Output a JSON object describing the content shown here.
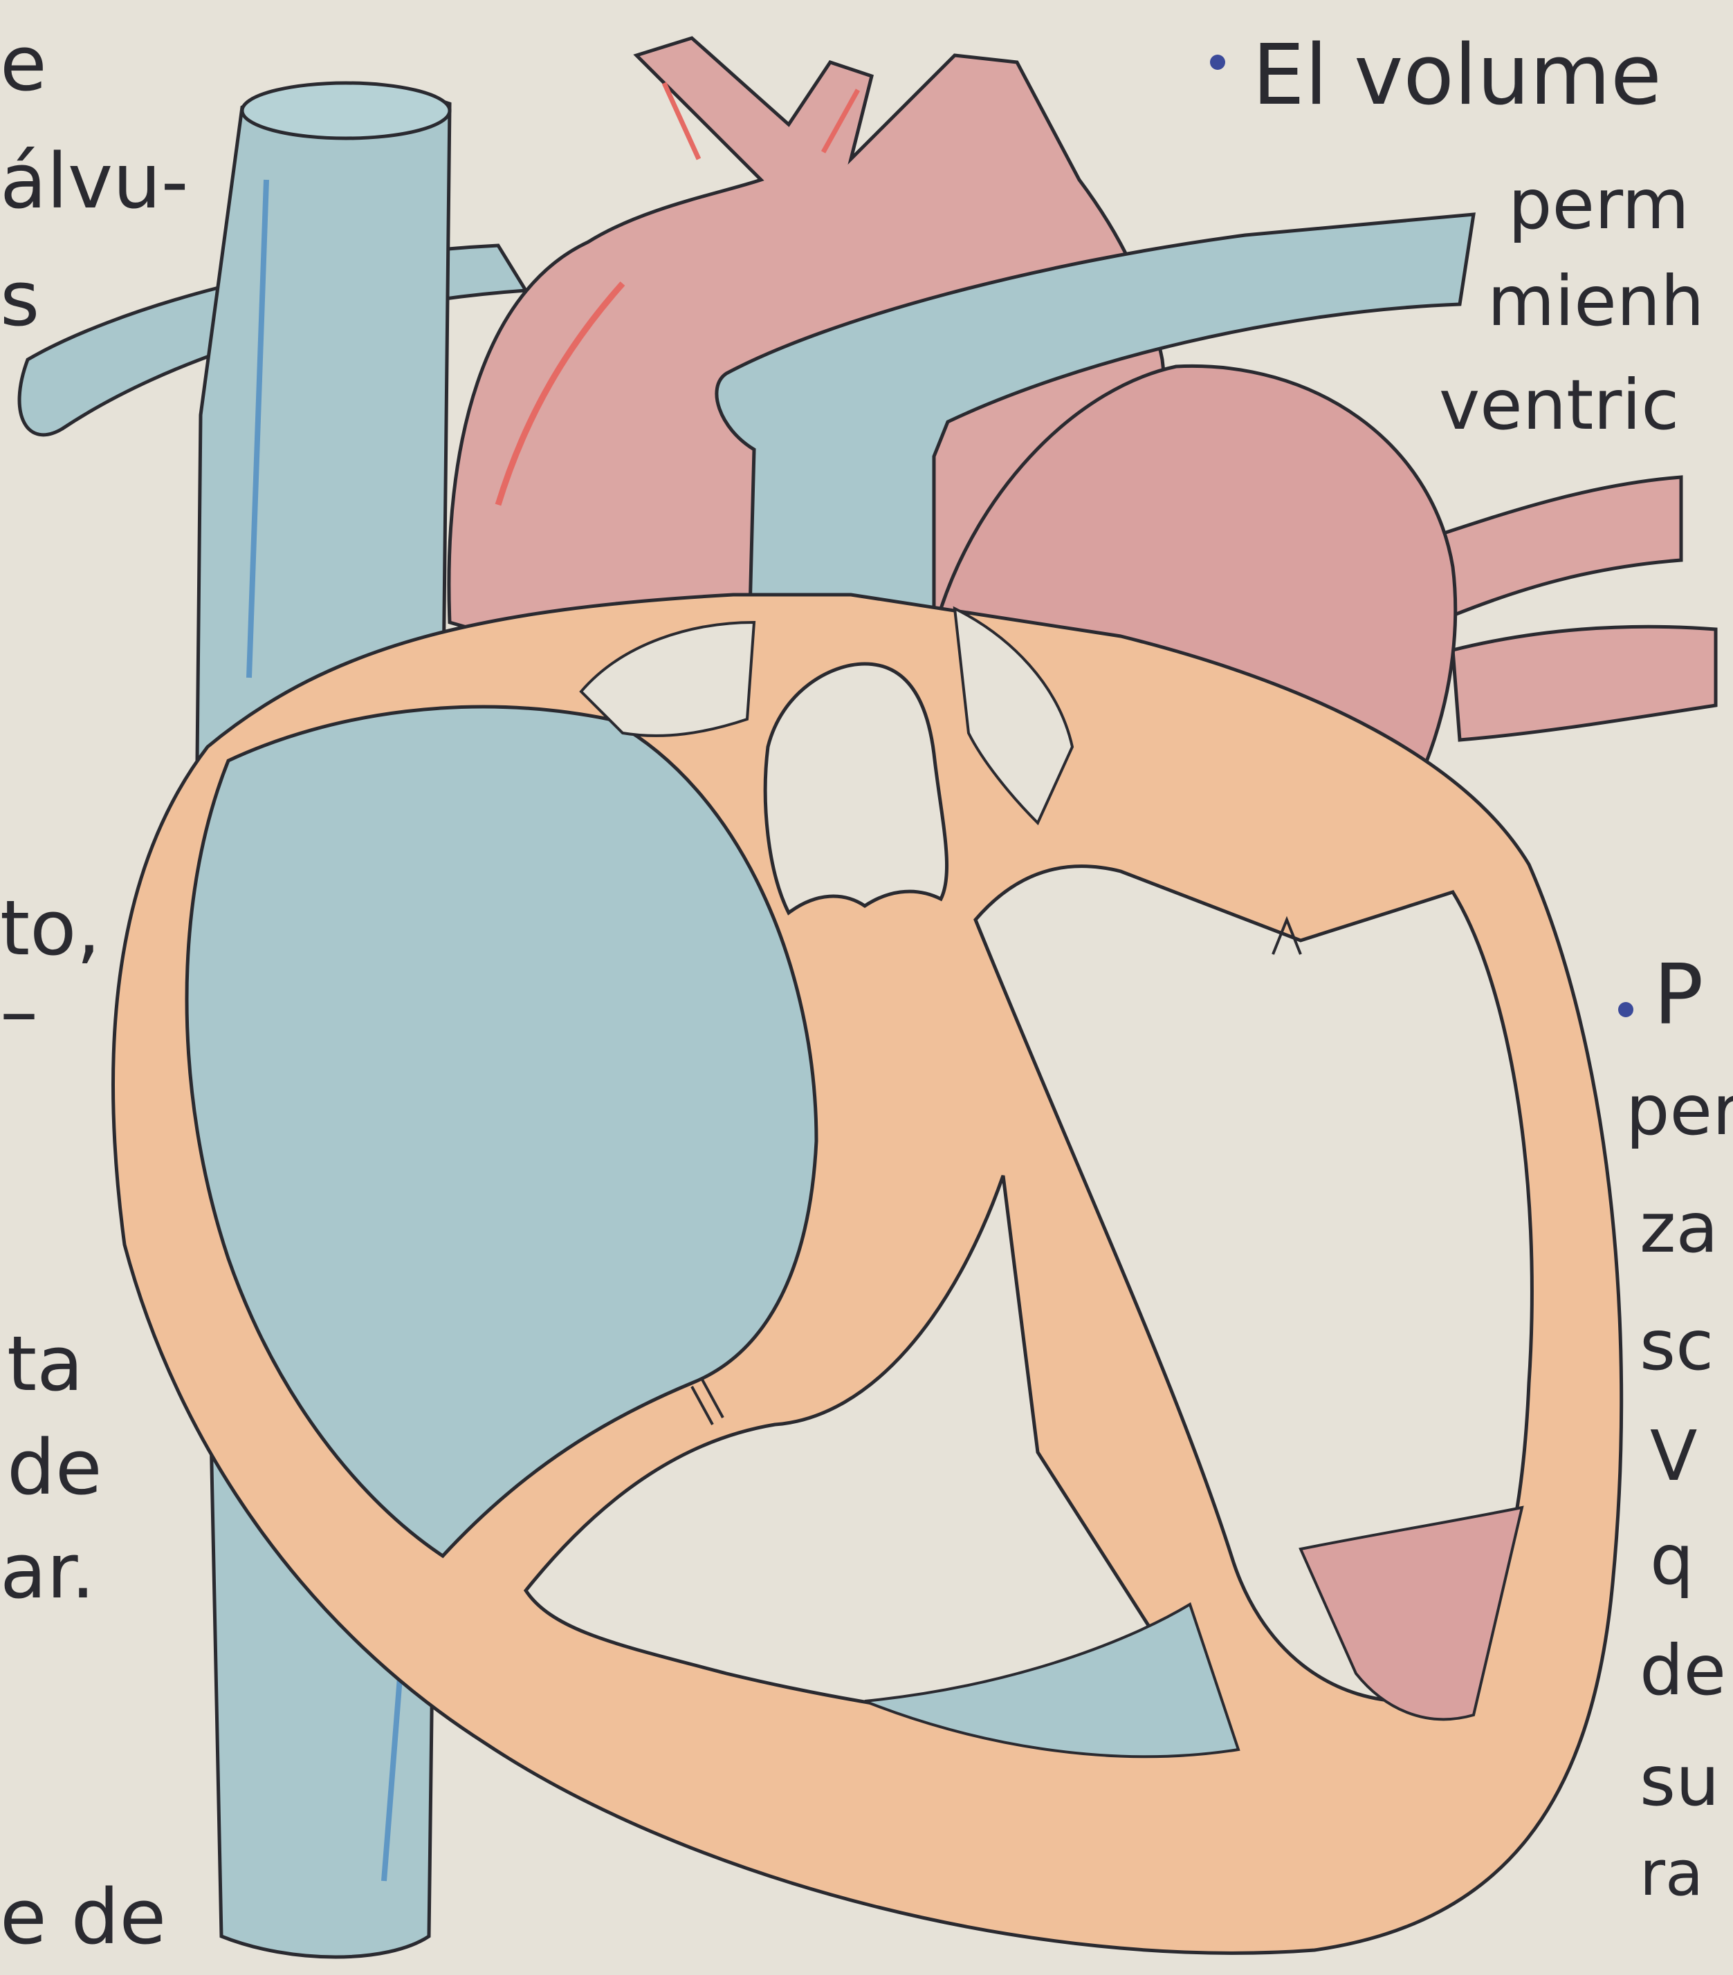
{
  "image": {
    "description_tag": "hand-drawn heart anatomy sketch on notebook paper"
  },
  "colors": {
    "paper": "#e6e2d8",
    "vein_blue": "#a9c7cc",
    "artery_red": "#dba6a3",
    "muscle_peach": "#f0c09a",
    "ink": "#2a2a30",
    "bullet": "#3b4a9a"
  },
  "left_margin_text": [
    "e",
    "álvu-",
    "s",
    "to,",
    "–",
    "ta",
    "de",
    "ar.",
    "e de"
  ],
  "right_top_text": [
    "El volume",
    "perm",
    "mienh",
    "ventric"
  ],
  "right_bottom_text": [
    "P",
    "per",
    "za",
    "sc",
    "V",
    "q",
    "de",
    "su",
    "ra"
  ]
}
